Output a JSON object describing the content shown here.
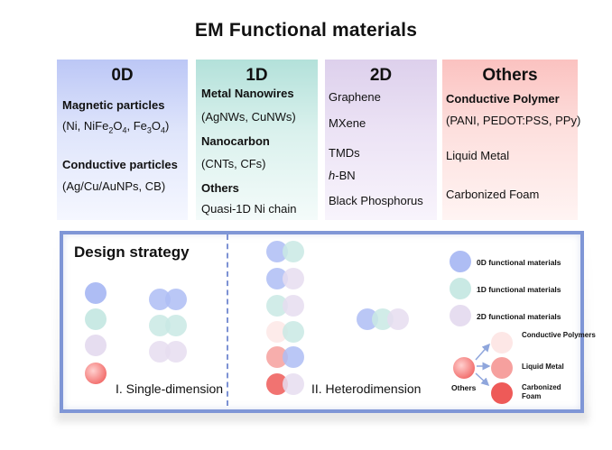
{
  "title": "EM Functional materials",
  "categories": [
    {
      "id": "0d",
      "header": "0D",
      "magnetic_title": "Magnetic particles",
      "magnetic_items": [
        "Ni",
        "NiFe",
        "2",
        "O",
        "4",
        "Fe",
        "3",
        "O",
        "4"
      ],
      "conductive_title": "Conductive particles",
      "conductive_items": "(Ag/Cu/AuNPs, CB)"
    },
    {
      "id": "1d",
      "header": "1D",
      "lines": [
        {
          "text": "Metal Nanowires",
          "bold": true
        },
        {
          "text": "(AgNWs, CuNWs)",
          "bold": false
        },
        {
          "text": "Nanocarbon",
          "bold": true
        },
        {
          "text": "(CNTs, CFs)",
          "bold": false
        },
        {
          "text": "Others",
          "bold": true
        },
        {
          "text": "Quasi-1D Ni chain",
          "bold": false
        }
      ]
    },
    {
      "id": "2d",
      "header": "2D",
      "lines": [
        "Graphene",
        "MXene",
        "TMDs",
        "h",
        "-BN",
        "Black Phosphorus"
      ]
    },
    {
      "id": "others",
      "header": "Others",
      "lines": [
        {
          "text": "Conductive Polymer",
          "bold": true
        },
        {
          "text": "(PANI, PEDOT:PSS, PPy)",
          "bold": false
        },
        {
          "text": "Liquid Metal",
          "bold": false
        },
        {
          "text": "Carbonized Foam",
          "bold": false
        }
      ]
    }
  ],
  "design": {
    "title": "Design strategy",
    "single_caption": "I. Single-dimension",
    "hetero_caption": "II. Heterodimension",
    "legend": [
      {
        "label": "0D functional materials",
        "color": "#aebdf4"
      },
      {
        "label": "1D functional materials",
        "color": "#c9e9e4"
      },
      {
        "label": "2D functional materials",
        "color": "#e6ddf0"
      }
    ],
    "others_label": "Others",
    "others_items": [
      "Conductive Polymers",
      "Liquid Metal",
      "Carbonized Foam"
    ]
  }
}
